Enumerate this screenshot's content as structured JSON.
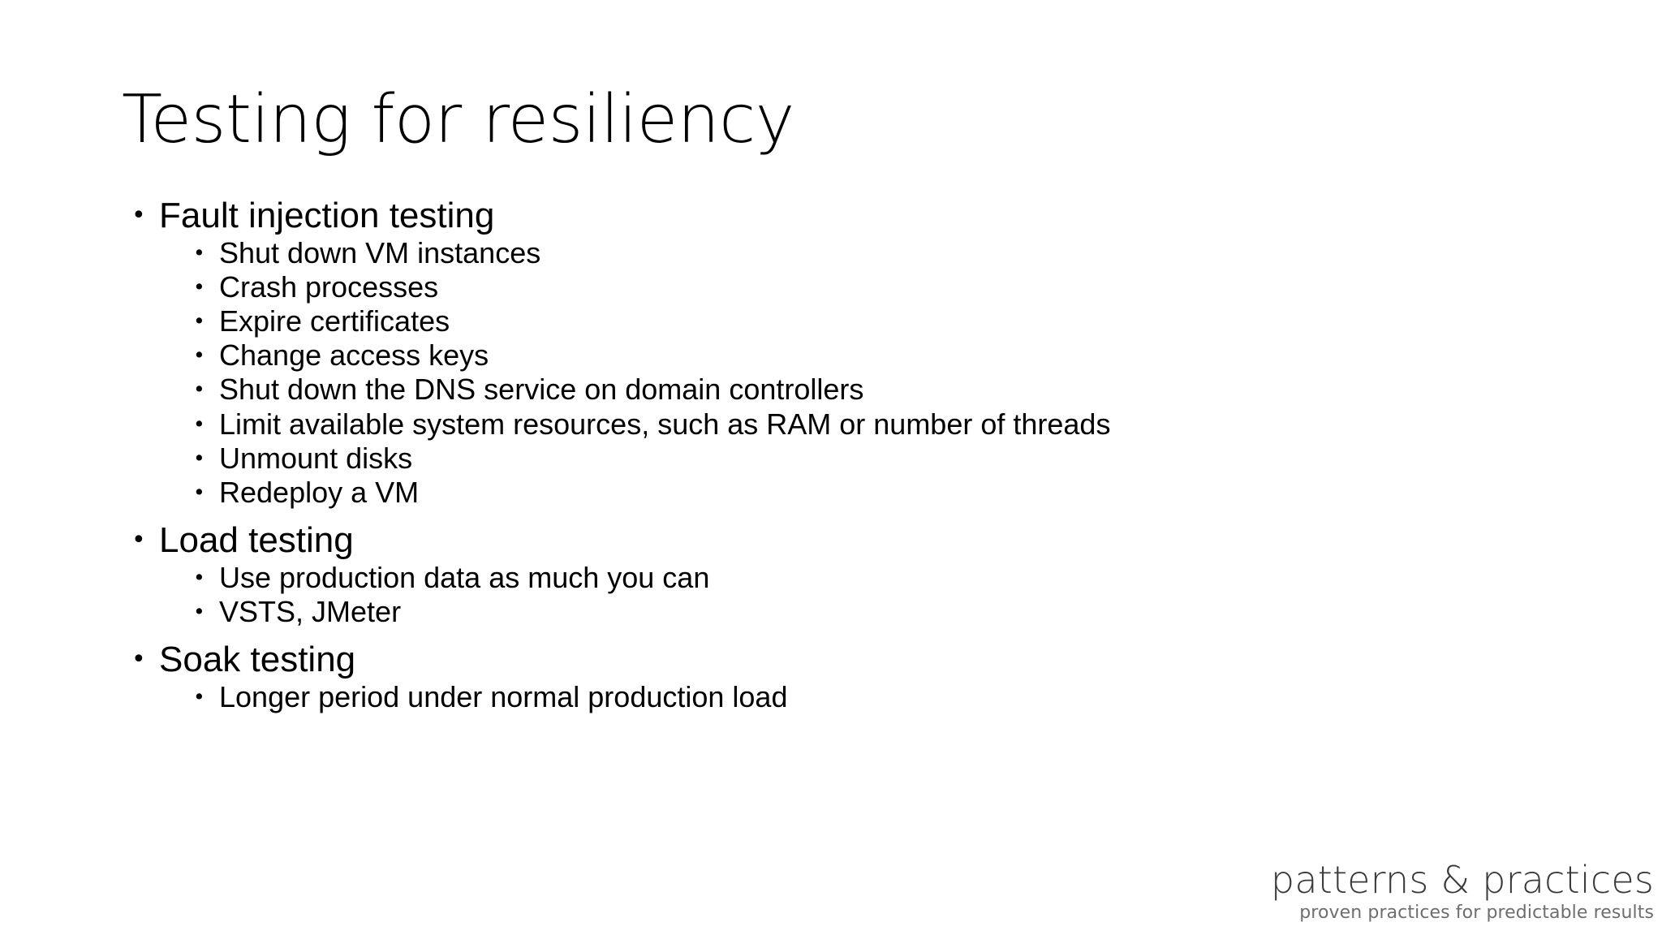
{
  "slide": {
    "title": "Testing for resiliency",
    "background_color": "#ffffff",
    "text_color": "#000000",
    "bullet_glyph": "•"
  },
  "outline": [
    {
      "level": 1,
      "text": "Fault injection testing",
      "name": "bullet-fault-injection-testing"
    },
    {
      "level": 2,
      "text": "Shut down VM instances",
      "name": "bullet-shut-down-vm-instances"
    },
    {
      "level": 2,
      "text": "Crash processes",
      "name": "bullet-crash-processes"
    },
    {
      "level": 2,
      "text": "Expire certificates",
      "name": "bullet-expire-certificates"
    },
    {
      "level": 2,
      "text": "Change access keys",
      "name": "bullet-change-access-keys"
    },
    {
      "level": 2,
      "text": "Shut down the DNS service on domain controllers",
      "name": "bullet-shut-down-dns-service"
    },
    {
      "level": 2,
      "text": "Limit available system resources, such as RAM or number of threads",
      "name": "bullet-limit-available-system-resources"
    },
    {
      "level": 2,
      "text": "Unmount disks",
      "name": "bullet-unmount-disks"
    },
    {
      "level": 2,
      "text": "Redeploy a VM",
      "name": "bullet-redeploy-a-vm"
    },
    {
      "level": 1,
      "text": "Load testing",
      "name": "bullet-load-testing"
    },
    {
      "level": 2,
      "text": "Use production data as much you can",
      "name": "bullet-use-production-data"
    },
    {
      "level": 2,
      "text": "VSTS, JMeter",
      "name": "bullet-vsts-jmeter"
    },
    {
      "level": 1,
      "text": "Soak testing",
      "name": "bullet-soak-testing"
    },
    {
      "level": 2,
      "text": "Longer period under normal production load",
      "name": "bullet-longer-period-normal-production-load"
    }
  ],
  "logo": {
    "main": "patterns & practices",
    "tagline": "proven practices for predictable results",
    "main_color": "#3a3a3a",
    "tagline_color": "#6e6e6e"
  }
}
